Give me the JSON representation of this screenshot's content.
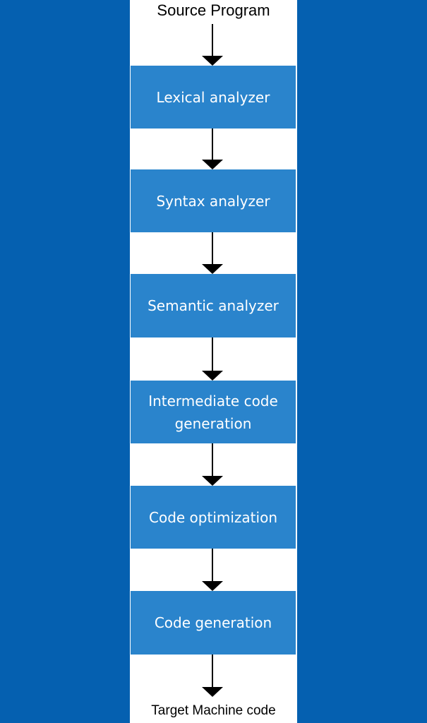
{
  "diagram": {
    "source_label": "Source Program",
    "target_label": "Target Machine code",
    "stages": [
      {
        "label": "Lexical analyzer"
      },
      {
        "label": "Syntax analyzer"
      },
      {
        "label": "Semantic analyzer"
      },
      {
        "label": "Intermediate code generation"
      },
      {
        "label": "Code optimization"
      },
      {
        "label": "Code generation"
      }
    ],
    "colors": {
      "background": "#0560b0",
      "stage_fill": "#2a84cc",
      "panel": "#ffffff",
      "arrow": "#000000"
    }
  }
}
